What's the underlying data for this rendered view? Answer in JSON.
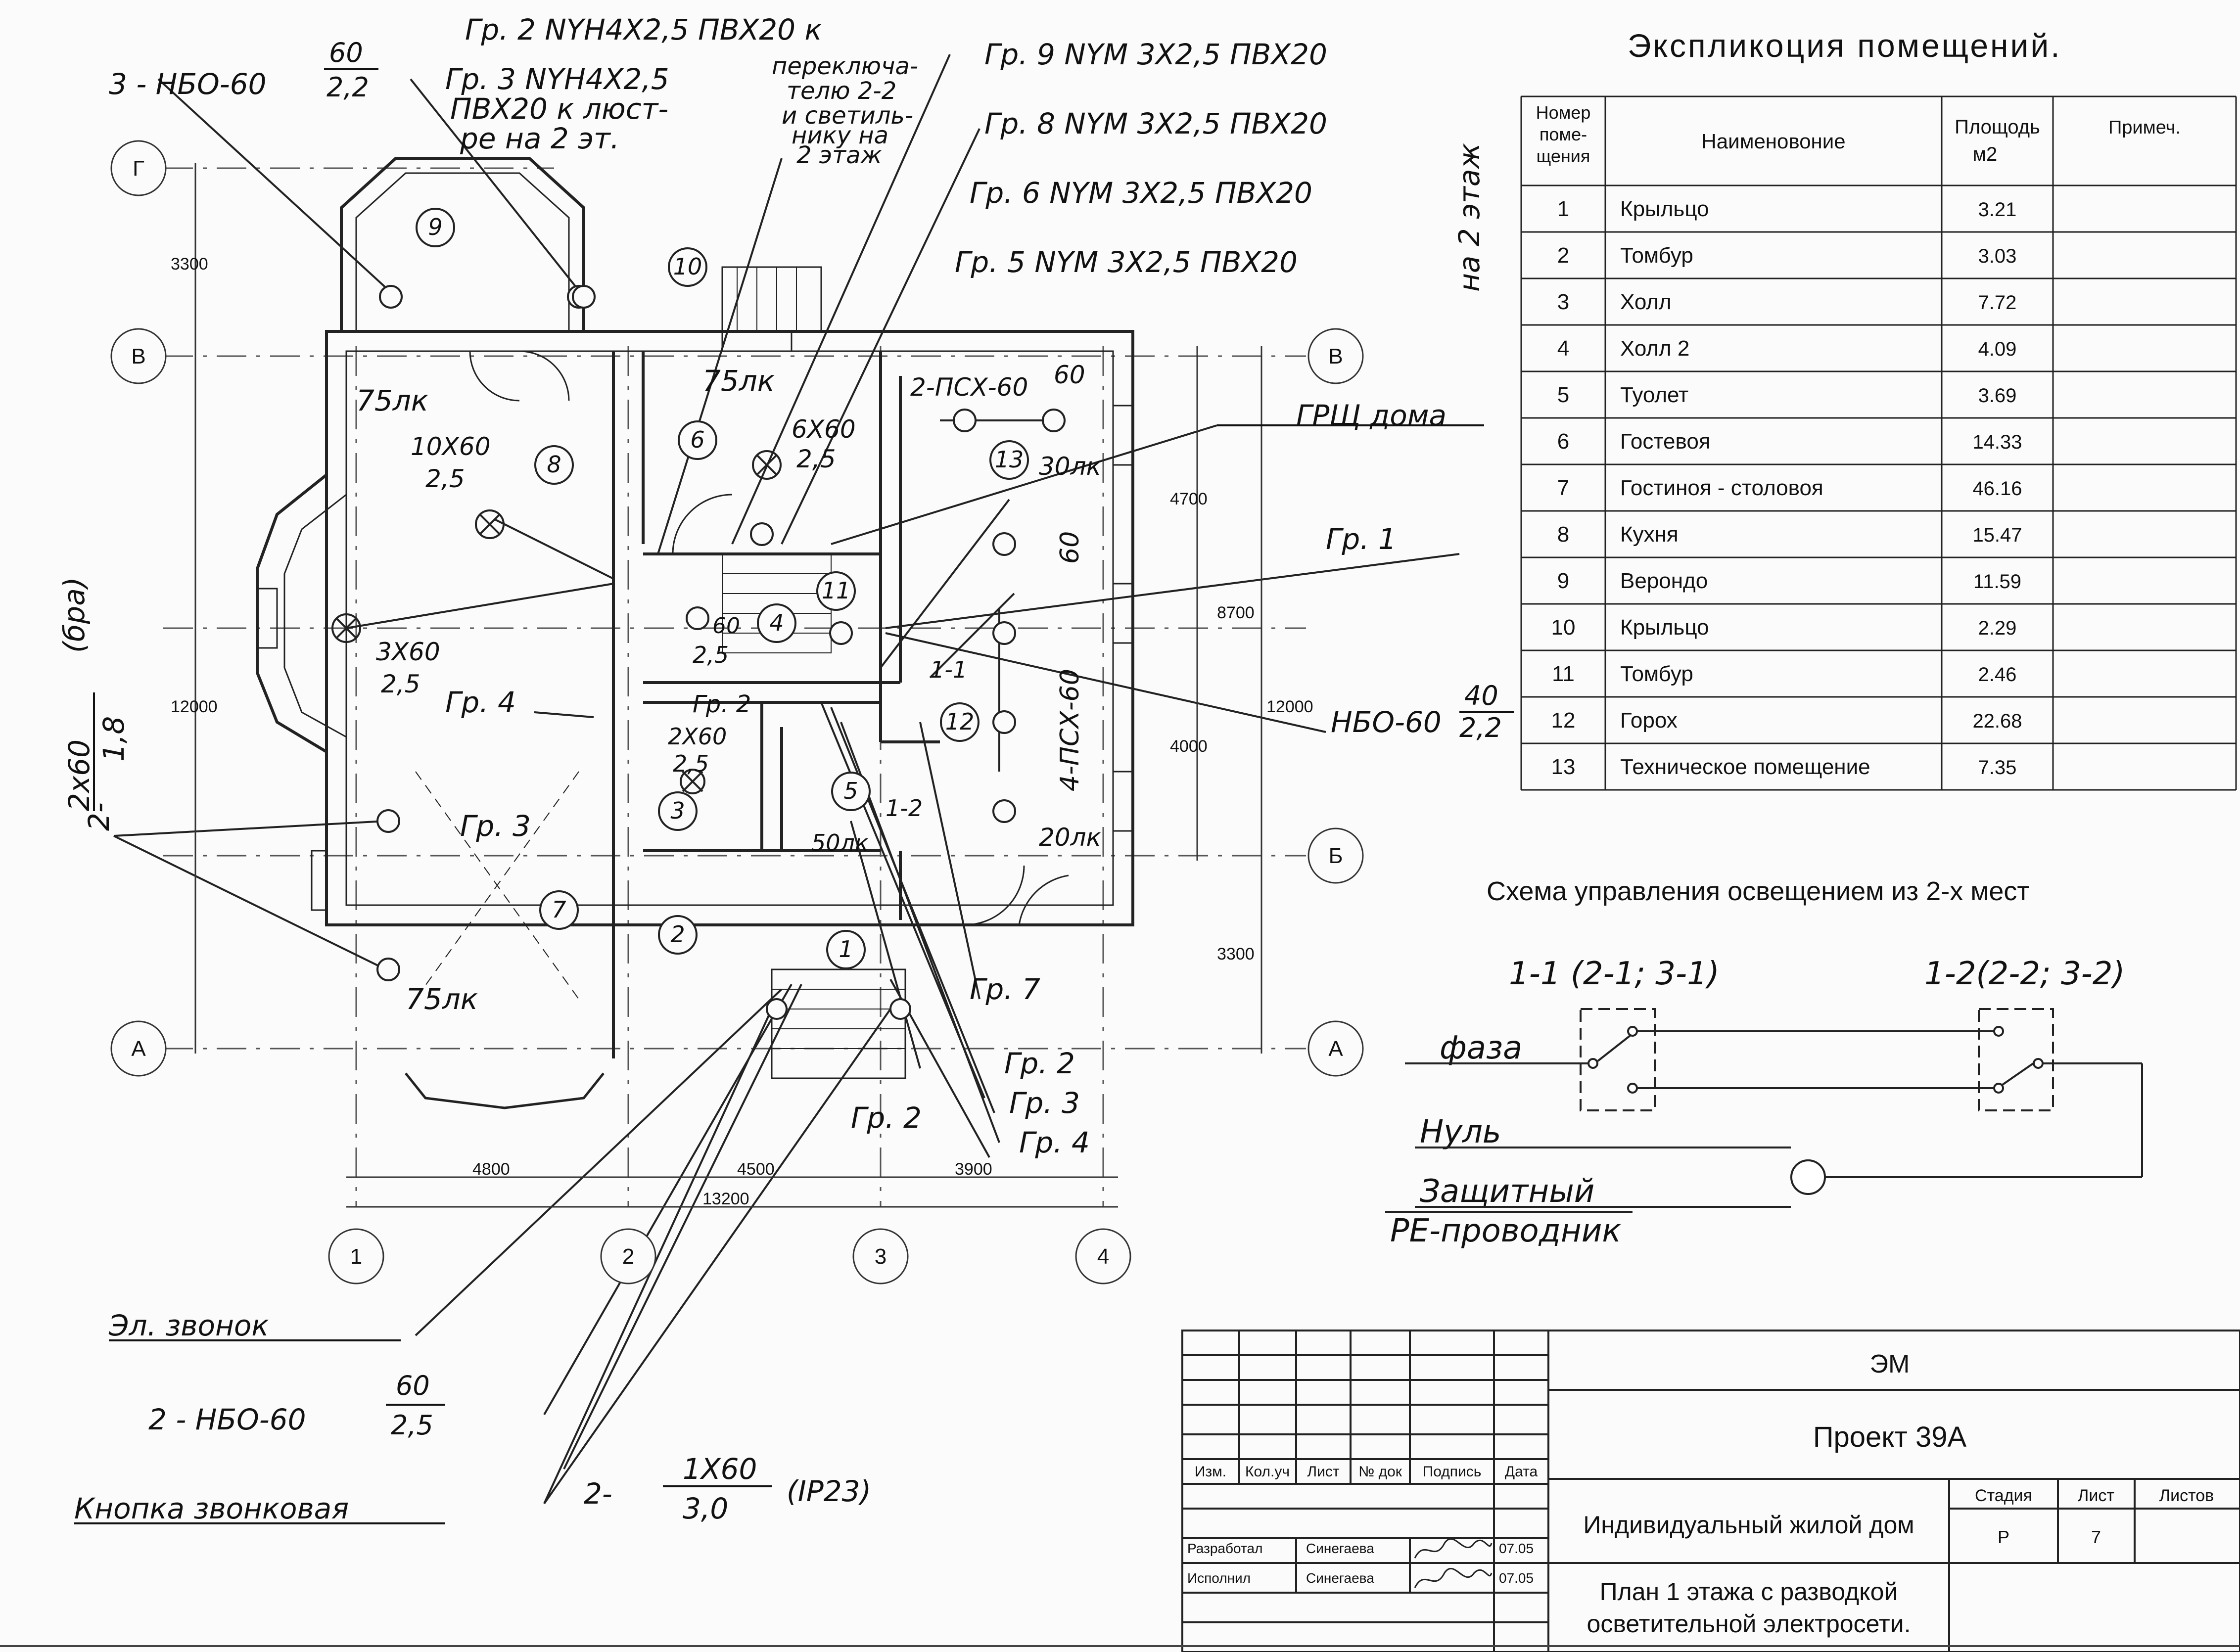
{
  "drawing_code": "ЭМ",
  "project": "Проект 39А",
  "building": "Индивидуальный жилой дом",
  "sheet_title_1": "План 1 этажа с разводкой",
  "sheet_title_2": "осветительной электросети.",
  "stage_header": "Стадия",
  "sheet_header": "Лист",
  "sheets_header": "Листов",
  "stage": "Р",
  "sheet": "7",
  "sheets": "",
  "rev_cols": [
    "Изм.",
    "Кол.уч",
    "Лист",
    "№ док",
    "Подпись",
    "Дата"
  ],
  "developed_label": "Разработал",
  "developed_name": "Синегаева",
  "developed_date": "07.05",
  "executed_label": "Исполнил",
  "executed_name": "Синегаева",
  "executed_date": "07.05",
  "explication_title": "Экспликоция помещений.",
  "explication_headers": [
    "Номер поме- щения",
    "Наименовоние",
    "Площодь м2",
    "Примеч."
  ],
  "rooms": [
    {
      "no": "1",
      "name": "Крыльцо",
      "area": "3.21"
    },
    {
      "no": "2",
      "name": "Томбур",
      "area": "3.03"
    },
    {
      "no": "3",
      "name": "Холл",
      "area": "7.72"
    },
    {
      "no": "4",
      "name": "Холл 2",
      "area": "4.09"
    },
    {
      "no": "5",
      "name": "Туолет",
      "area": "3.69"
    },
    {
      "no": "6",
      "name": "Гостевоя",
      "area": "14.33"
    },
    {
      "no": "7",
      "name": "Гостиноя - столовоя",
      "area": "46.16"
    },
    {
      "no": "8",
      "name": "Кухня",
      "area": "15.47"
    },
    {
      "no": "9",
      "name": "Верондо",
      "area": "11.59"
    },
    {
      "no": "10",
      "name": "Крыльцо",
      "area": "2.29"
    },
    {
      "no": "11",
      "name": "Томбур",
      "area": "2.46"
    },
    {
      "no": "12",
      "name": "Горох",
      "area": "22.68"
    },
    {
      "no": "13",
      "name": "Техническое помещение",
      "area": "7.35"
    }
  ],
  "scheme_title": "Схема управления освещением из 2-х мест",
  "scheme": {
    "sw1": "1-1 (2-1; 3-1)",
    "sw2": "1-2(2-2; 3-2)",
    "phase": "фаза",
    "neutral": "Нуль",
    "pe1": "Защитный",
    "pe2": "PE-проводник"
  },
  "groups": {
    "g2": "Гр. 2  NYН4Х2,5  ПВХ20 к",
    "g3a": "Гр. 3  NYН4Х2,5",
    "g3b": "ПВХ20 к люст-",
    "g3c": "ре на 2 эт.",
    "sw_a": "переключа-",
    "sw_b": "телю 2-2",
    "sw_c": "и светиль-",
    "sw_d": "нику на",
    "sw_e": "2 этаж",
    "g9": "Гр. 9  NYМ 3Х2,5  ПВХ20",
    "g8": "Гр. 8  NYМ 3Х2,5  ПВХ20",
    "g6": "Гр. 6  NYМ 3Х2,5  ПВХ20",
    "g5": "Гр. 5  NYМ 3Х2,5  ПВХ20",
    "floor2": "на 2 этаж",
    "lamp3": "3 - НБО-60",
    "lamp3_n": "60",
    "lamp3_d": "2,2",
    "grsh": "ГРЩ дома",
    "gr1": "Гр. 1",
    "gr4": "Гр. 4",
    "gr3": "Гр. 3",
    "gr2": "Гр. 2",
    "gr7": "Гр. 7",
    "gr2b": "Гр. 2",
    "gr3b": "Гр. 3",
    "gr4b": "Гр. 4",
    "gr2c": "Гр. 2",
    "nbo_n": "40",
    "nbo_d": "2,2",
    "nbo": "НБО-60",
    "bra_a": "2х60",
    "bra_b": "1,8",
    "bra_c": "(бра)",
    "bra_pref": "2-",
    "bell": "Эл. звонок",
    "lamp2": "2 - НБО-60",
    "lamp2_n": "60",
    "lamp2_d": "2,5",
    "button": "Кнопка звонковая",
    "ip_pref": "2-",
    "ip_n": "1Х60",
    "ip_d": "3,0",
    "ip": "(IP23)",
    "psx2": "2-ПСХ-60",
    "psx2_n": "60",
    "psx4": "4-ПСХ-60",
    "psx4_n": "60"
  },
  "plan": {
    "lux_75a": "75лк",
    "lux_75b": "75лк",
    "lux_75c": "75лк",
    "lux_30": "30лк",
    "lux_50": "50лк",
    "lux_20": "20лк",
    "l10x60": "10Х60",
    "l10x60_d": "2,5",
    "l6x60": "6Х60",
    "l6x60_d": "2,5",
    "l3x60": "3Х60",
    "l3x60_d": "2,5",
    "l2x60": "2Х60",
    "l2x60_d": "2,5",
    "l60": "60",
    "l60_d": "2,5",
    "sw11": "1-1",
    "sw12": "1-2",
    "axis_g": "Г",
    "axis_v1": "В",
    "axis_v2": "В",
    "axis_b": "Б",
    "axis_a1": "А",
    "axis_a2": "А",
    "ax1": "1",
    "ax2": "2",
    "ax3": "3",
    "ax4": "4",
    "d3300a": "3300",
    "d12000a": "12000",
    "d4700": "4700",
    "d8700": "8700",
    "d4000": "4000",
    "d12000b": "12000",
    "d3300b": "3300",
    "d4800": "4800",
    "d4500": "4500",
    "d3900": "3900",
    "d13200": "13200",
    "r1": "1",
    "r2": "2",
    "r3": "3",
    "r4": "4",
    "r5": "5",
    "r6": "6",
    "r7": "7",
    "r8": "8",
    "r9": "9",
    "r10": "10",
    "r11": "11",
    "r12": "12",
    "r13": "13"
  }
}
